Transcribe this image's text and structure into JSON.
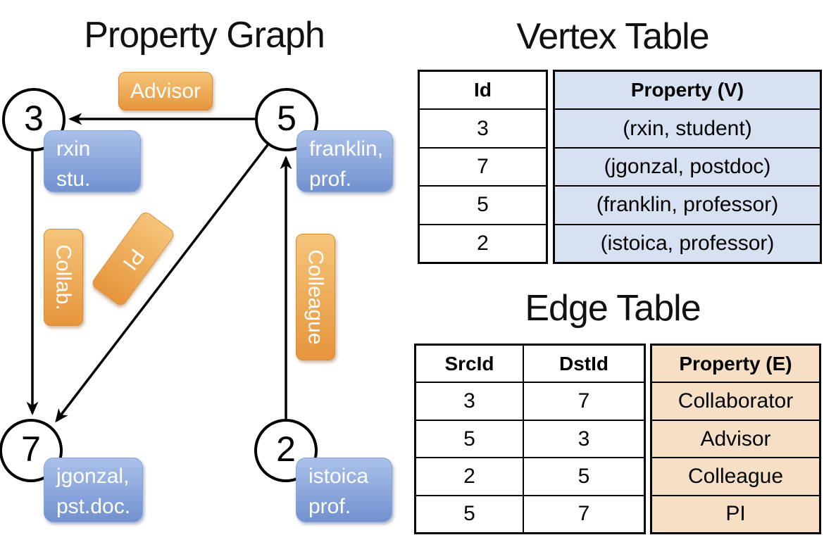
{
  "graph_panel": {
    "title": "Property Graph",
    "nodes": [
      {
        "id": "3",
        "property": [
          "rxin",
          "stu."
        ]
      },
      {
        "id": "5",
        "property": [
          "franklin,",
          "prof."
        ]
      },
      {
        "id": "7",
        "property": [
          "jgonzal,",
          "pst.doc."
        ]
      },
      {
        "id": "2",
        "property": [
          "istoica",
          "prof."
        ]
      }
    ],
    "edge_labels": {
      "advisor": "Advisor",
      "collab": "Collab.",
      "pi": "PI",
      "colleague": "Colleague"
    }
  },
  "vertex_table": {
    "title": "Vertex Table",
    "columns": {
      "id": "Id",
      "property": "Property (V)"
    },
    "rows": [
      {
        "id": "3",
        "property": "(rxin, student)"
      },
      {
        "id": "7",
        "property": "(jgonzal, postdoc)"
      },
      {
        "id": "5",
        "property": "(franklin, professor)"
      },
      {
        "id": "2",
        "property": "(istoica, professor)"
      }
    ]
  },
  "edge_table": {
    "title": "Edge Table",
    "columns": {
      "src": "SrcId",
      "dst": "DstId",
      "property": "Property (E)"
    },
    "rows": [
      {
        "src": "3",
        "dst": "7",
        "property": "Collaborator"
      },
      {
        "src": "5",
        "dst": "3",
        "property": "Advisor"
      },
      {
        "src": "2",
        "dst": "5",
        "property": "Colleague"
      },
      {
        "src": "5",
        "dst": "7",
        "property": "PI"
      }
    ]
  },
  "colors": {
    "edge_label_top": "#f5c479",
    "edge_label_bottom": "#e6953c",
    "edge_label_border": "#d98c35",
    "vertex_label_top": "#a9c0e9",
    "vertex_label_bottom": "#7191cf",
    "vertex_label_border": "#86a3da",
    "vertex_col_fill": "#d8e1f2",
    "edge_col_fill": "#f6dfc4",
    "line_color": "#000000"
  }
}
